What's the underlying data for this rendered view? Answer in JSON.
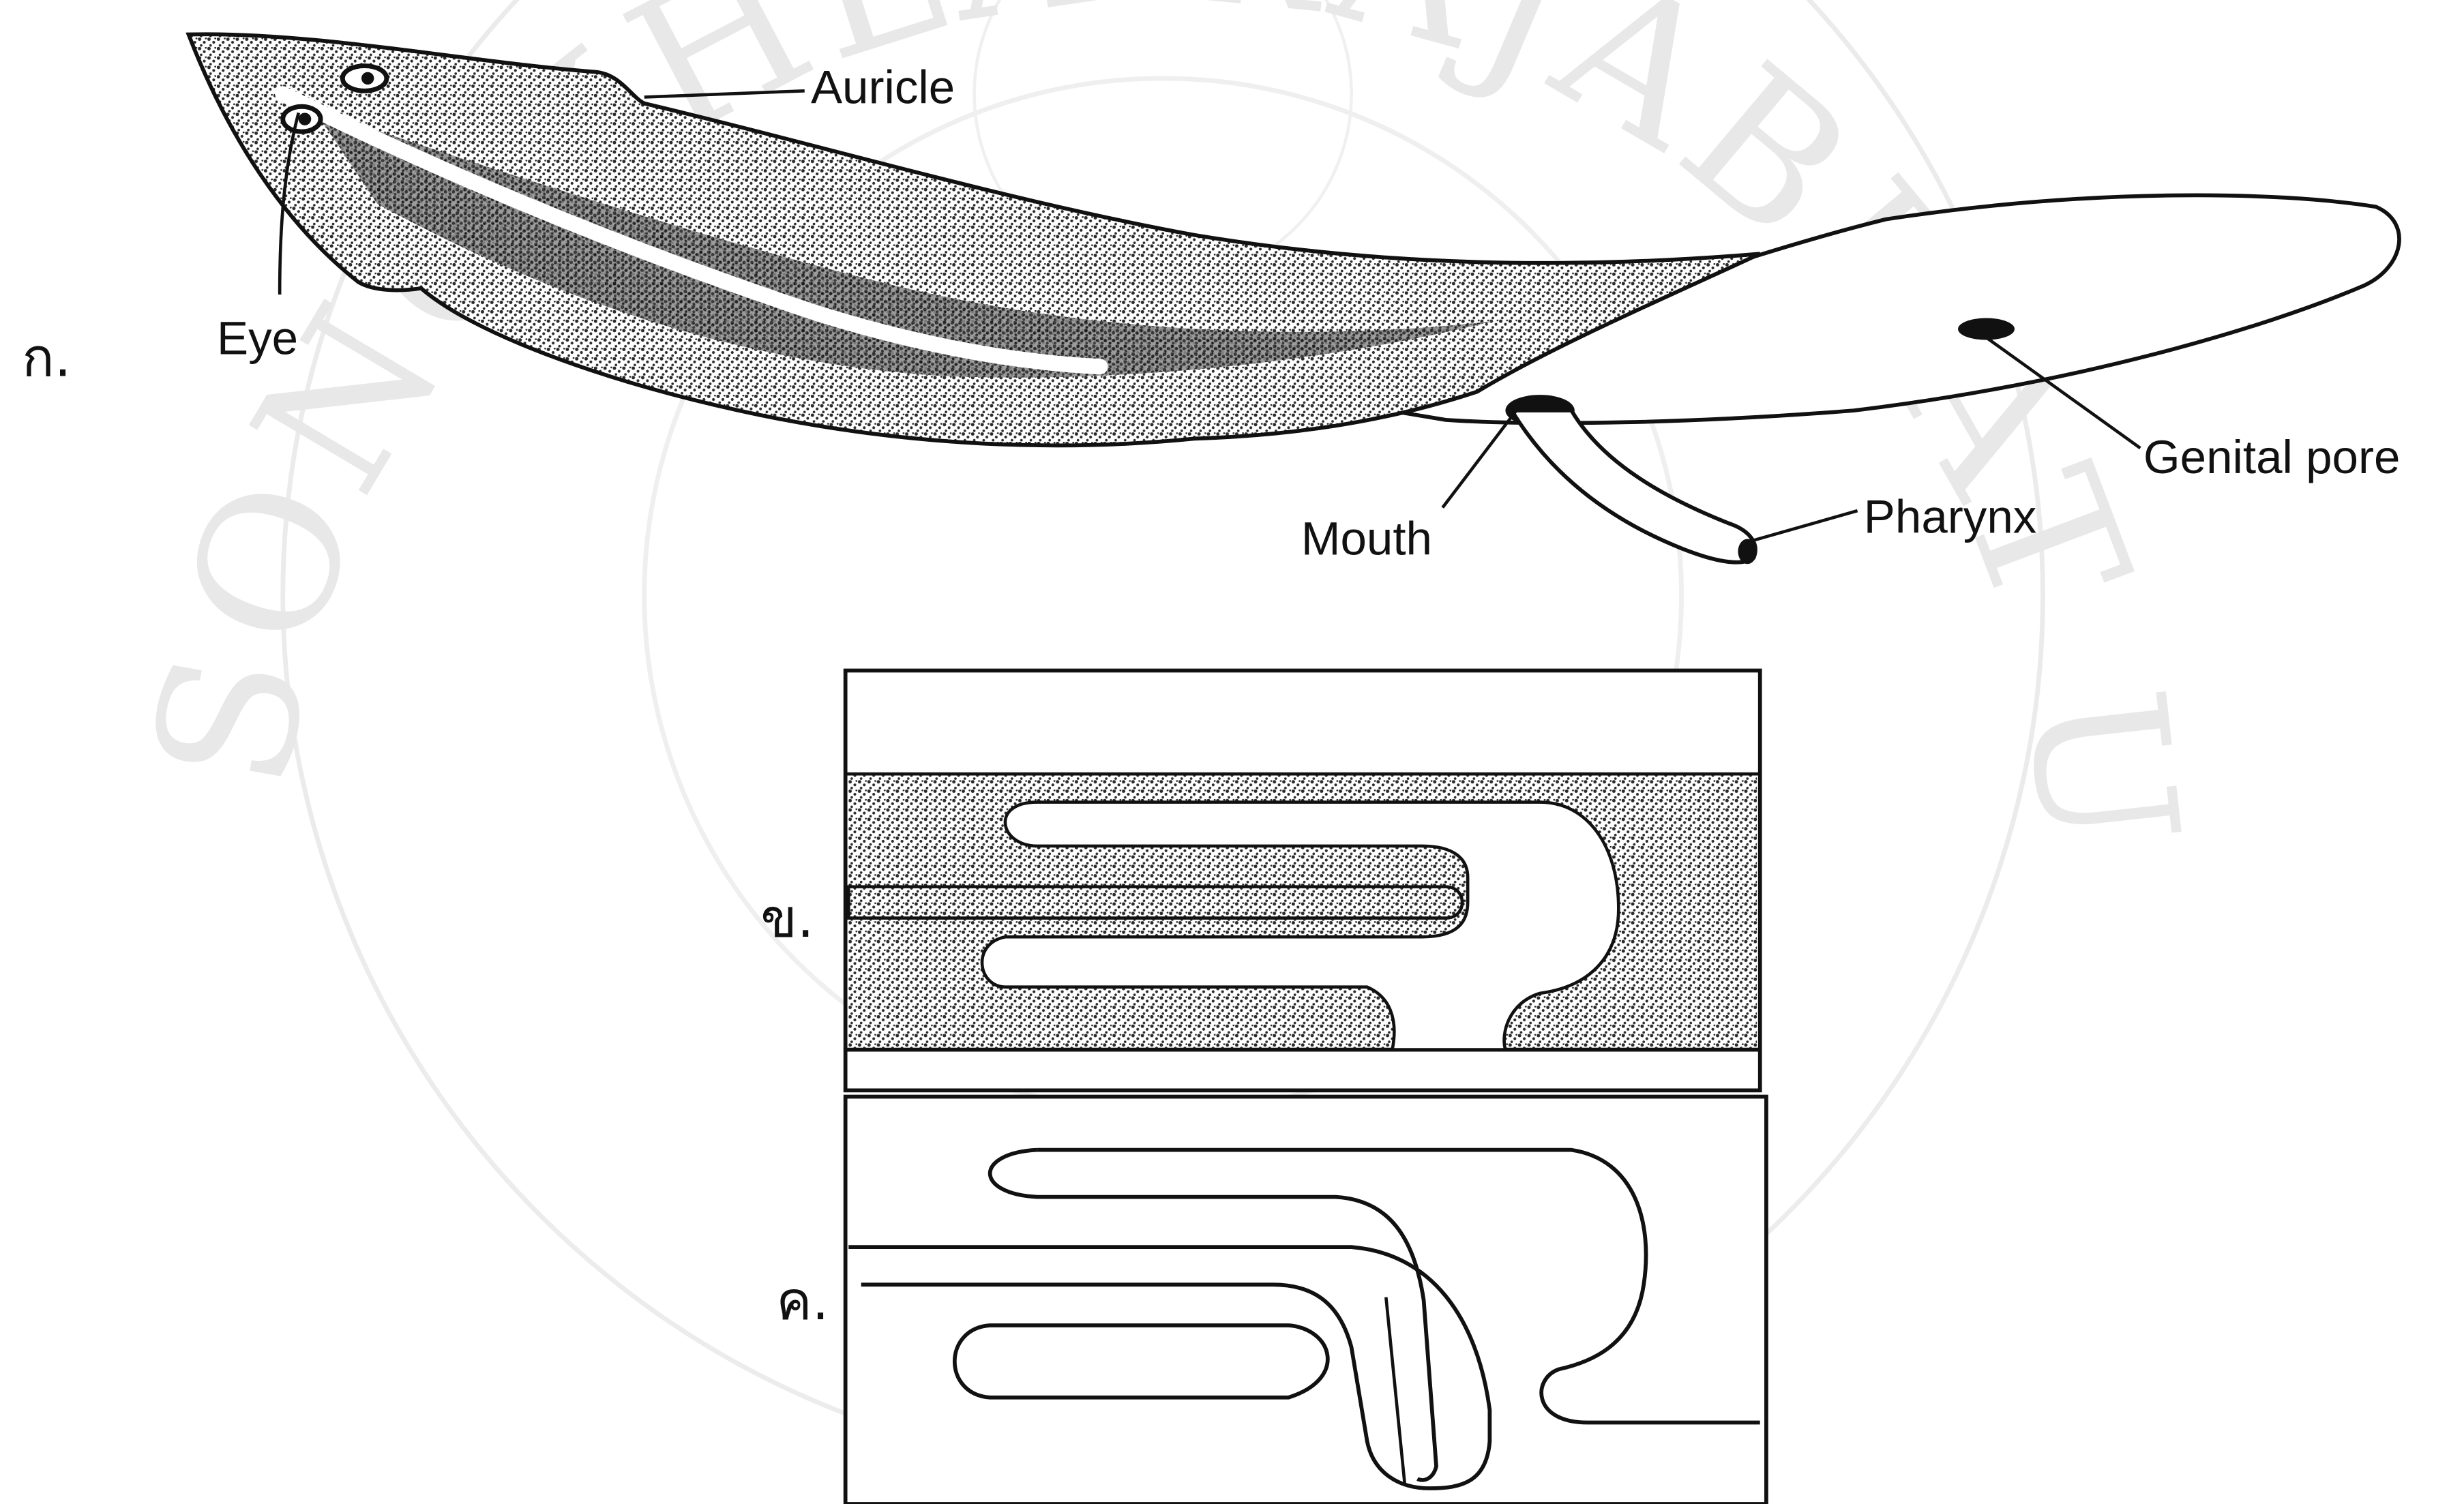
{
  "panels": [
    {
      "id": "a",
      "marker": "ก."
    },
    {
      "id": "b",
      "marker": "ข."
    },
    {
      "id": "c",
      "marker": "ค."
    }
  ],
  "labels": {
    "auricle": "Auricle",
    "eye": "Eye",
    "genital_pore": "Genital pore",
    "mouth": "Mouth",
    "pharynx": "Pharynx"
  },
  "watermark": {
    "text": "SONGKHLA RAJABHAT UNIVERSITY",
    "color": "#d6d6d6"
  },
  "colors": {
    "ink": "#111111",
    "stipple": "#2a2a2a",
    "paper": "#ffffff"
  }
}
